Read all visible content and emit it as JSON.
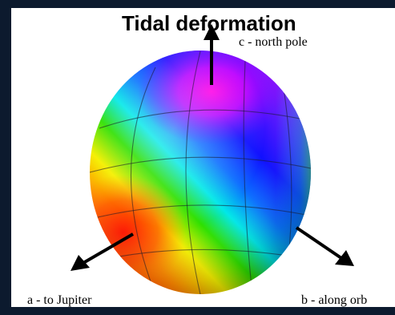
{
  "title": "Tidal deformation",
  "axes": {
    "c": "c - north pole",
    "a": "a - to Jupiter",
    "b": "b - along orb"
  },
  "colors": {
    "background": "#0c1a2e",
    "panel": "#ffffff",
    "arrow": "#000000",
    "bulge_hot": "#ff2a00",
    "pole": "#ff00e0",
    "band": "#0014ff"
  },
  "icons": {
    "arrow_c": "arrow-up-icon",
    "arrow_a": "arrow-down-left-icon",
    "arrow_b": "arrow-down-right-icon"
  }
}
